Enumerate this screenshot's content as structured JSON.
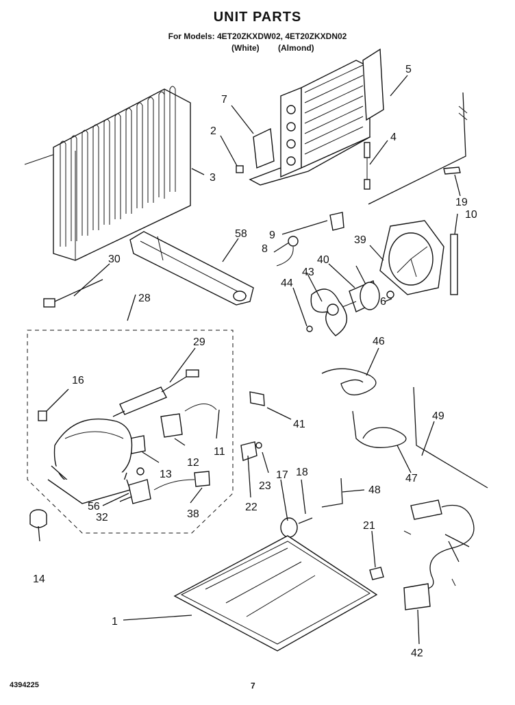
{
  "header": {
    "title": "UNIT PARTS",
    "models_line": "For Models: 4ET20ZKXDW02, 4ET20ZKXDN02",
    "variant_white": "(White)",
    "variant_almond": "(Almond)"
  },
  "footer": {
    "doc_number": "4394225",
    "page_number": "7"
  },
  "callouts": [
    "1",
    "2",
    "3",
    "4",
    "5",
    "6",
    "7",
    "8",
    "9",
    "10",
    "11",
    "12",
    "13",
    "14",
    "16",
    "17",
    "18",
    "19",
    "21",
    "22",
    "23",
    "28",
    "29",
    "30",
    "32",
    "38",
    "39",
    "40",
    "41",
    "42",
    "43",
    "44",
    "46",
    "47",
    "48",
    "49",
    "56",
    "58"
  ]
}
